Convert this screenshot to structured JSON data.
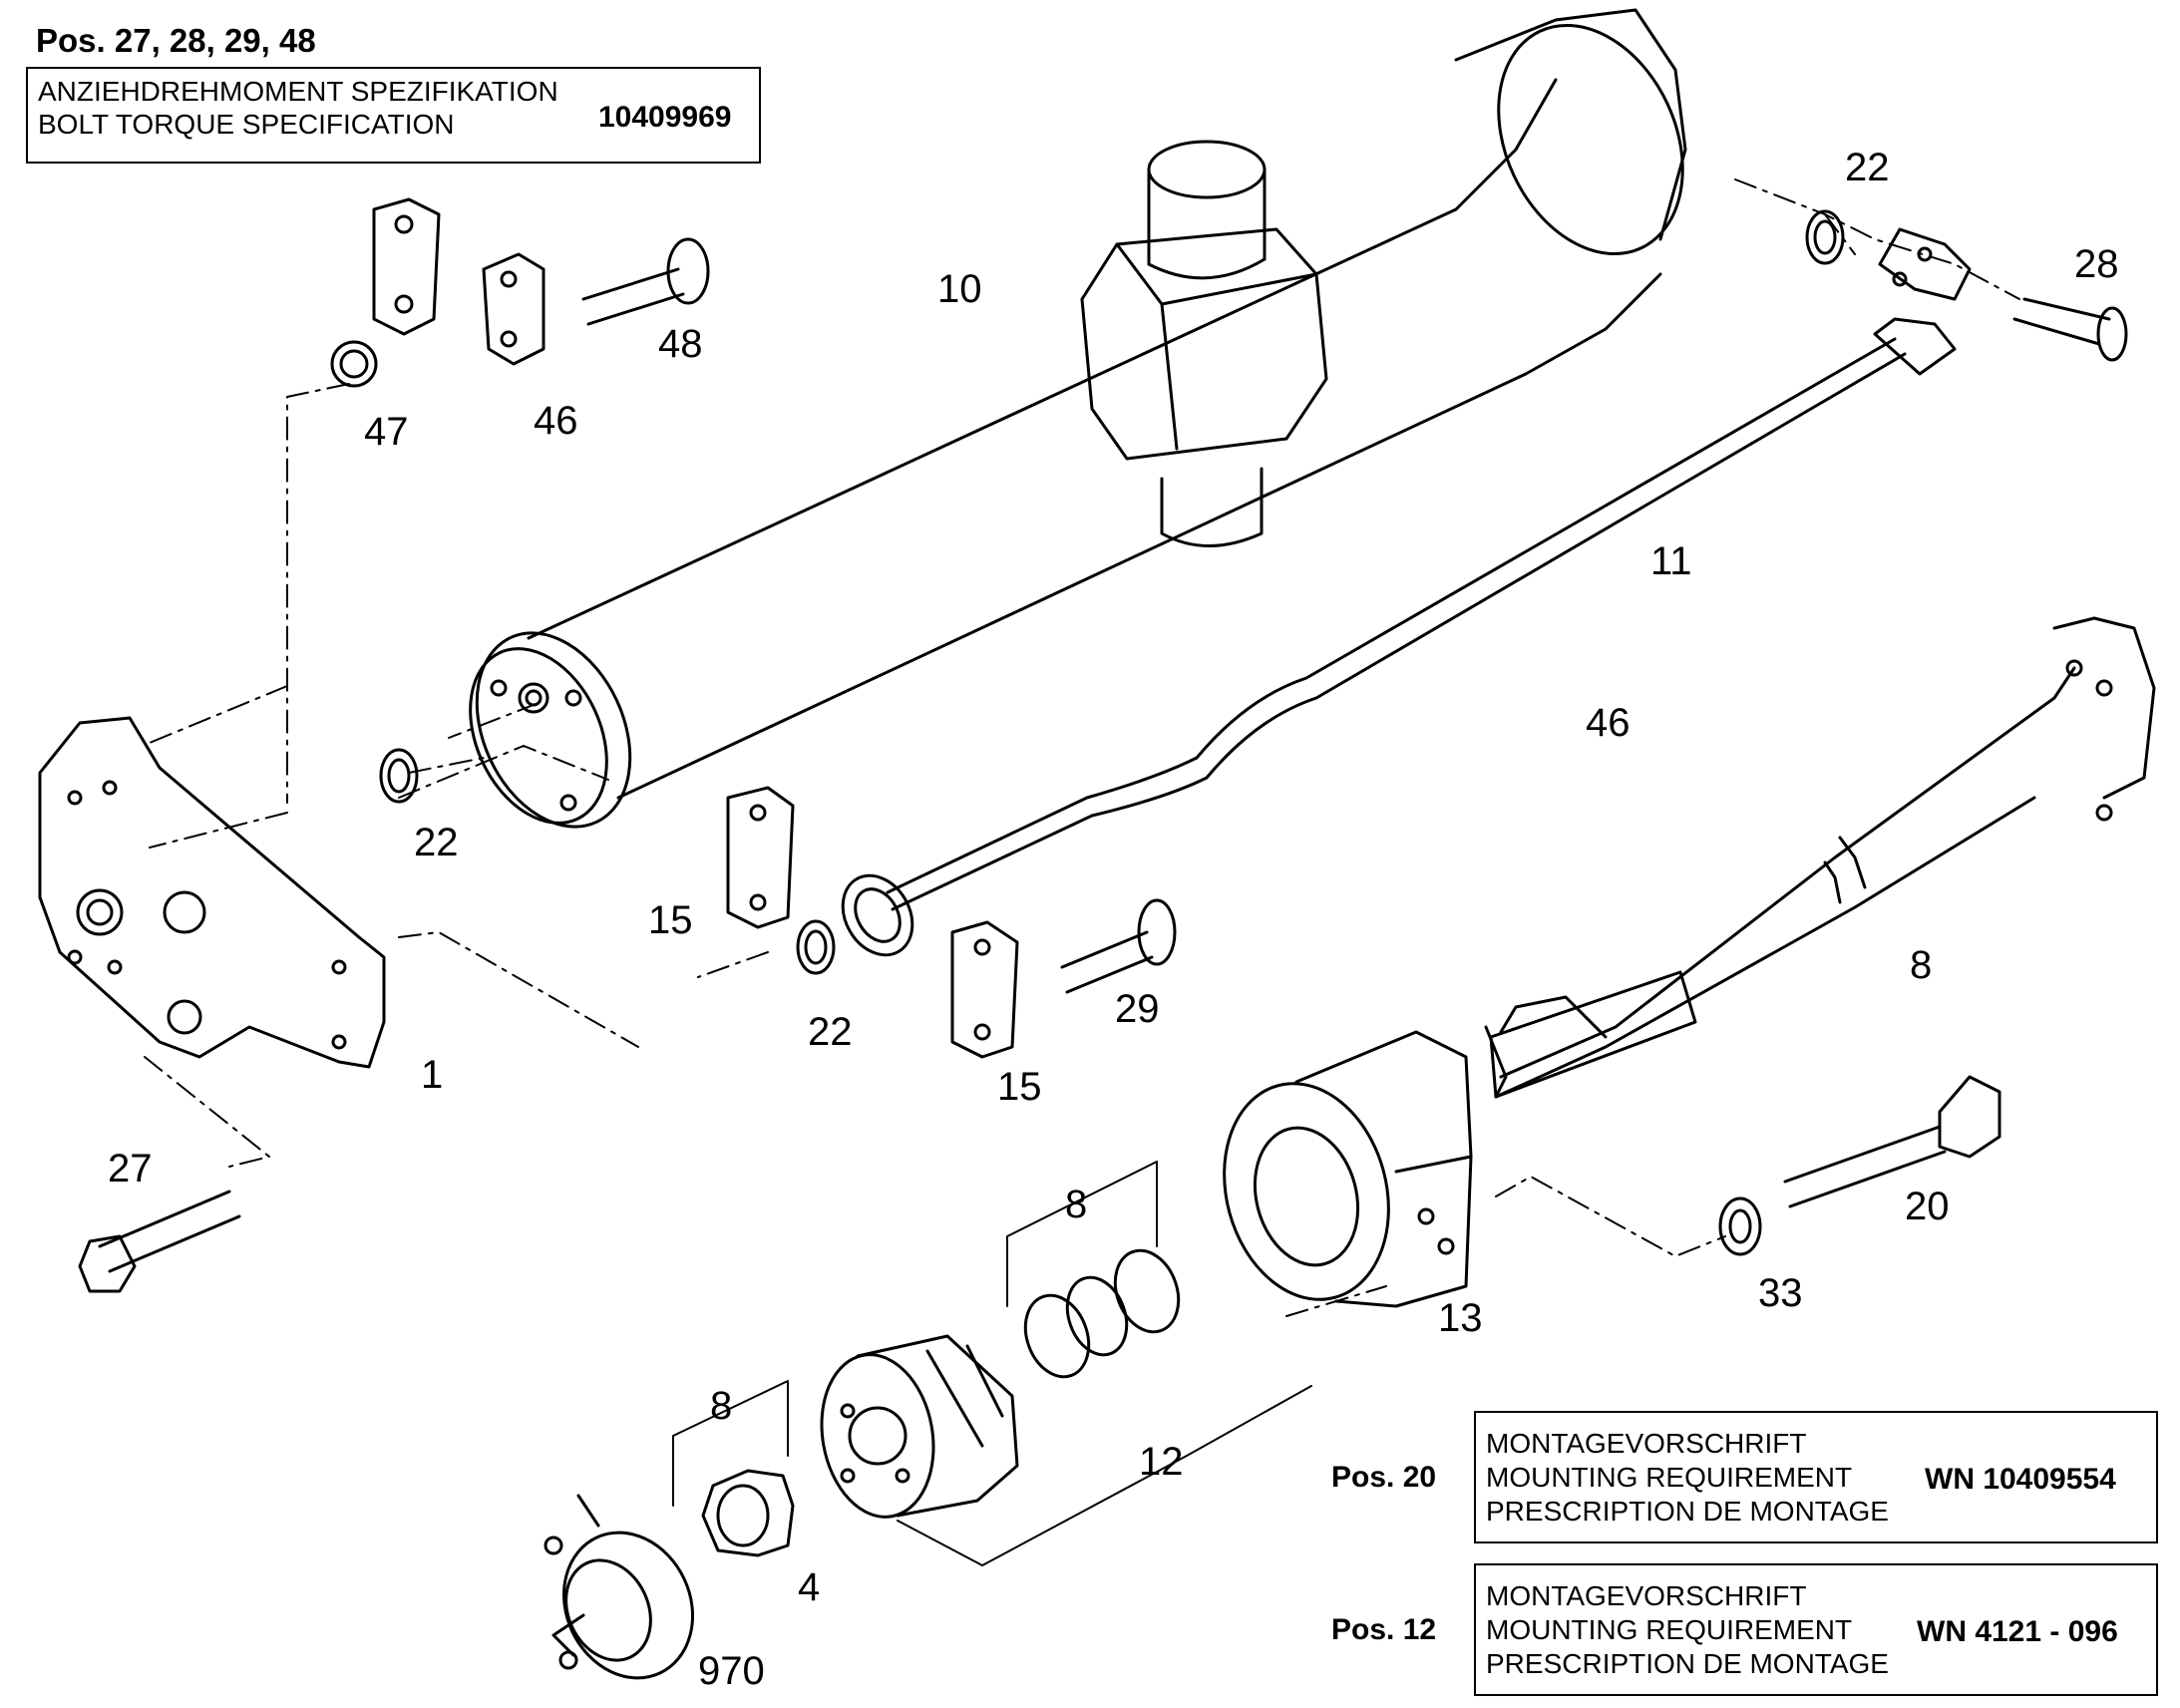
{
  "header": {
    "positions": "Pos. 27, 28, 29, 48"
  },
  "torque_spec": {
    "line_de": "ANZIEHDREHMOMENT SPEZIFIKATION",
    "line_en": "BOLT TORQUE SPECIFICATION",
    "code": "10409969"
  },
  "mounting_requirements": [
    {
      "pos": "Pos. 20",
      "line_de": "MONTAGEVORSCHRIFT",
      "line_en": "MOUNTING REQUIREMENT",
      "line_fr": "PRESCRIPTION DE MONTAGE",
      "code": "WN 10409554"
    },
    {
      "pos": "Pos. 12",
      "line_de": "MONTAGEVORSCHRIFT",
      "line_en": "MOUNTING REQUIREMENT",
      "line_fr": "PRESCRIPTION DE MONTAGE",
      "code": "WN 4121 - 096"
    }
  ],
  "part_labels": [
    "10",
    "22",
    "28",
    "48",
    "47",
    "46",
    "11",
    "46",
    "22",
    "15",
    "22",
    "29",
    "1",
    "15",
    "8",
    "27",
    "8",
    "20",
    "13",
    "33",
    "8",
    "12",
    "4",
    "970"
  ]
}
